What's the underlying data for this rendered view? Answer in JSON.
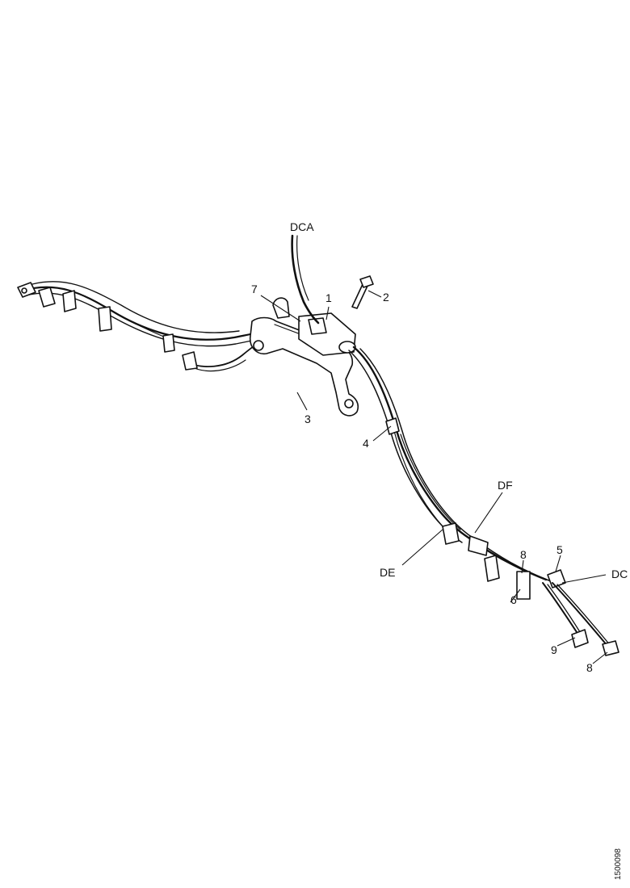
{
  "labels": {
    "dca": "DCA",
    "item_1": "1",
    "item_2": "2",
    "item_3": "3",
    "item_4": "4",
    "item_5": "5",
    "item_6": "6",
    "item_7": "7",
    "item_8": "8",
    "item_9": "9",
    "de": "DE",
    "df": "DF",
    "dc": "DC"
  },
  "figure_code": "1500098"
}
